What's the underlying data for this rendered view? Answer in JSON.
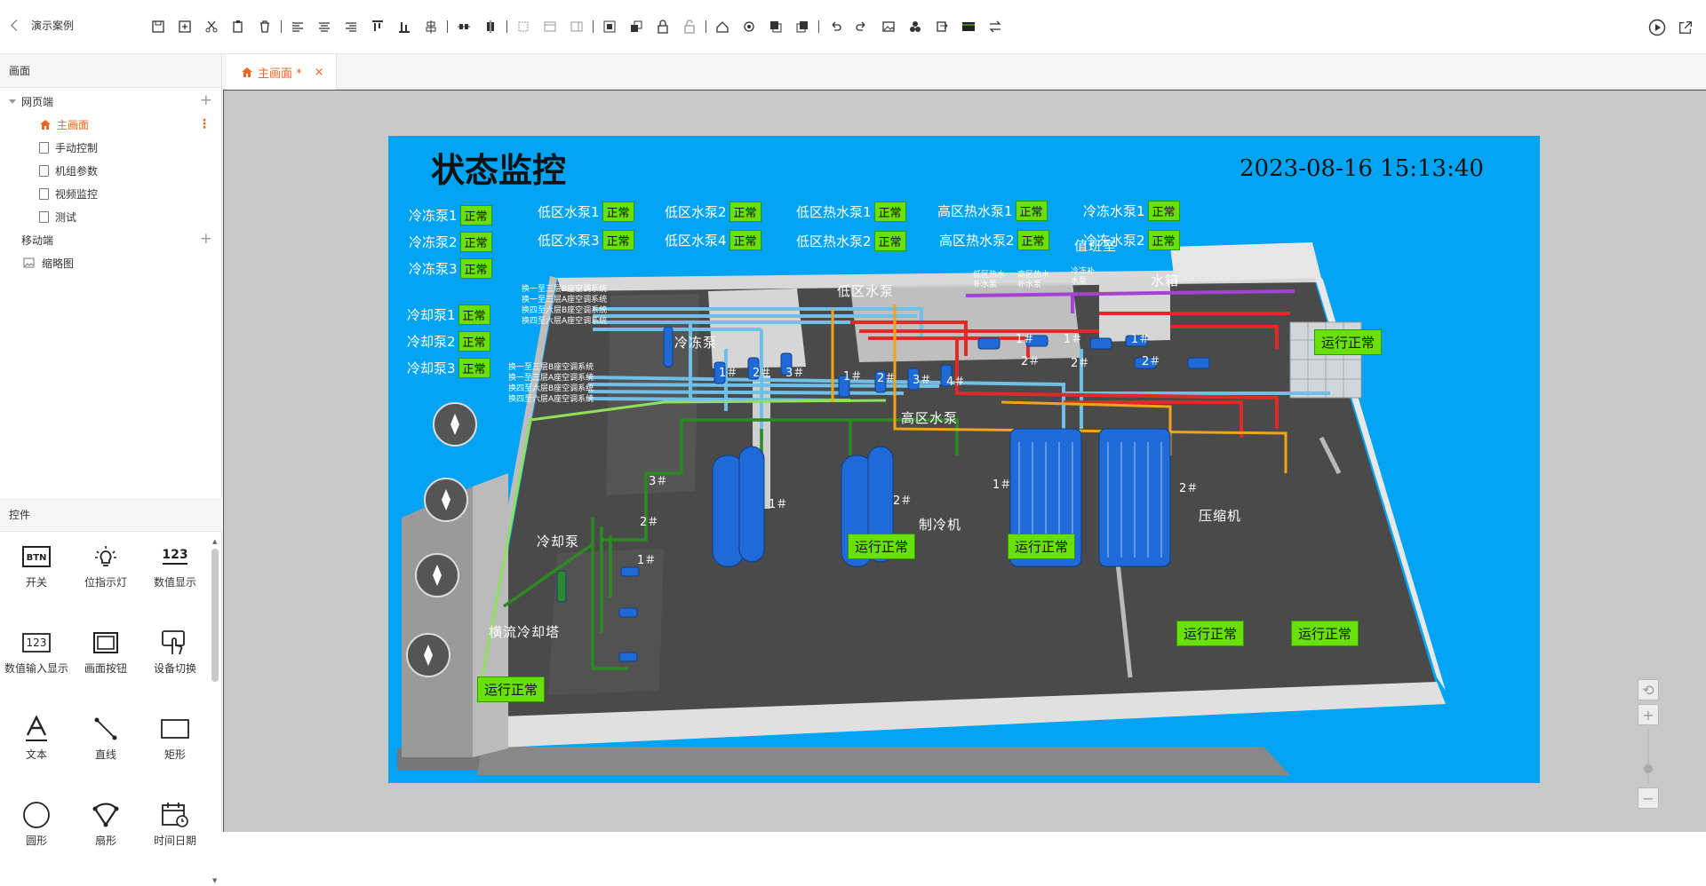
{
  "project": {
    "back_label": "演示案例"
  },
  "left": {
    "screens_title": "画面",
    "web_group": "网页端",
    "web_items": [
      "主画面",
      "手动控制",
      "机组参数",
      "视频监控",
      "测试"
    ],
    "mobile_group": "移动端",
    "mobile_items": [
      "缩略图"
    ],
    "controls_title": "控件",
    "controls": [
      "开关",
      "位指示灯",
      "数值显示",
      "数值输入显示",
      "画面按钮",
      "设备切换",
      "文本",
      "直线",
      "矩形",
      "圆形",
      "扇形",
      "时间日期"
    ]
  },
  "tab": {
    "label": "主画面 *",
    "close": "×"
  },
  "screen": {
    "title": "状态监控",
    "datetime": "2023-08-16 15:13:40",
    "status_ok": "正常",
    "run_ok": "运行正常",
    "pumps_col1": [
      "冷冻泵1",
      "冷冻泵2",
      "冷冻泵3",
      "冷却泵1",
      "冷却泵2",
      "冷却泵3"
    ],
    "pumps_row1": [
      "低区水泵1",
      "低区水泵2",
      "低区热水泵1",
      "高区热水泵1",
      "冷冻水泵1"
    ],
    "pumps_row2": [
      "低区水泵3",
      "低区水泵4",
      "低区热水泵2",
      "高区热水泵2",
      "冷冻水泵2"
    ],
    "areas": {
      "duty_room": "值班室",
      "water_tank": "水箱",
      "low_pump": "低区水泵",
      "freeze_pump": "冷冻泵",
      "high_pump": "高区水泵",
      "chiller": "制冷机",
      "compressor": "压缩机",
      "cool_pump": "冷却泵",
      "tower": "横流冷却塔",
      "low_hot": "低区热水\n补水泵",
      "high_hot": "高区热水\n补水泵",
      "cold_fill": "冷冻补\n水泵"
    },
    "pipe_labels_top": [
      "换一至三层B座空调系统",
      "换一至三层A座空调系统",
      "换四至六层B座空调系统",
      "换四至六层A座空调系统"
    ],
    "pipe_labels_mid": [
      "换一至三层B座空调系统",
      "换一至三层A座空调系统",
      "换四至六层B座空调系统",
      "换四至六层A座空调系统"
    ],
    "numbers": [
      "1＃",
      "2＃",
      "3＃",
      "4＃"
    ]
  }
}
